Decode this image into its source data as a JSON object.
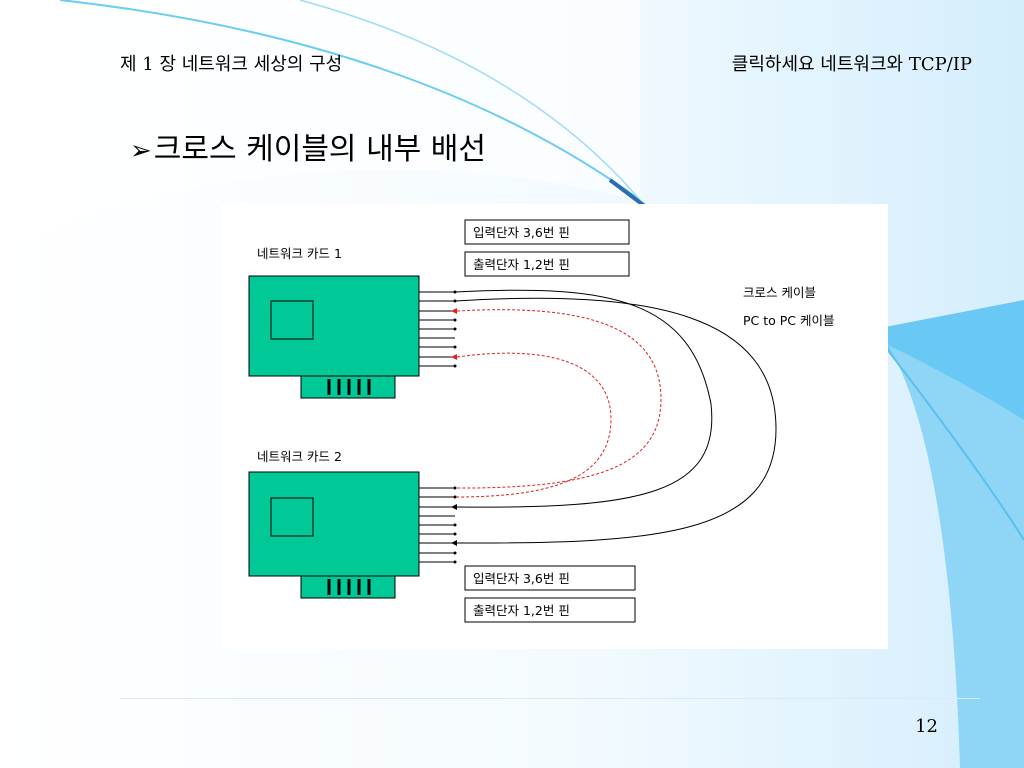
{
  "slide": {
    "chapter": "제 1 장  네트워크 세상의 구성",
    "book": "클릭하세요 네트워크와 TCP/IP",
    "title": "크로스 케이블의 내부 배선",
    "page_number": "12"
  },
  "diagram": {
    "card1_label": "네트워크 카드 1",
    "card2_label": "네트워크 카드 2",
    "card1_input": "입력단자 3,6번 핀",
    "card1_output": "출력단자 1,2번 핀",
    "card2_input": "입력단자 3,6번 핀",
    "card2_output": "출력단자 1,2번 핀",
    "cable_name": "크로스 케이블",
    "cable_alias": "PC to PC 케이블"
  },
  "colors": {
    "card_fill": "#00c896",
    "signal_wire": "#000000",
    "crossed_wire": "#e02020",
    "accent_light_blue": "#5ec4f4"
  }
}
